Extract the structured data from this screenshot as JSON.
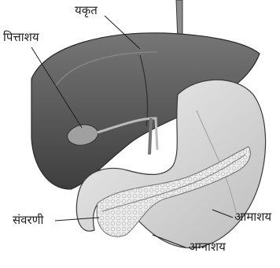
{
  "labels": {
    "liver": "यकृत",
    "gallbladder": "पित्ताशय",
    "sphincter": "संवरणी",
    "stomach": "आमाशय",
    "pancreas": "अग्नाशय"
  },
  "colors": {
    "liver": "#5a5a5a",
    "stomach": "#d9d9d9",
    "pancreas": "#ececec",
    "gallbladder": "#9a9a9a",
    "outline": "#3a3a3a",
    "leader": "#1e1e1e"
  }
}
